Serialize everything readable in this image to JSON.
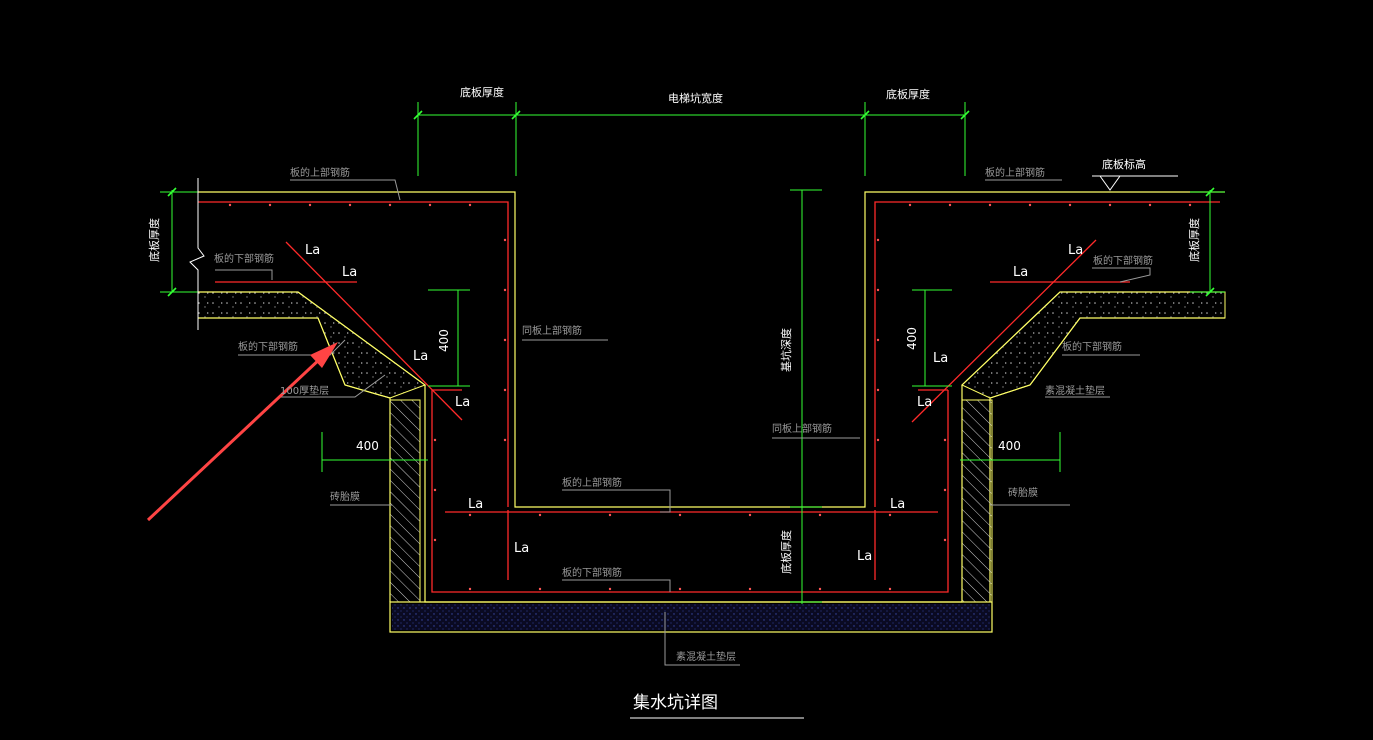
{
  "colors": {
    "background": "#000000",
    "outline": "#ffff66",
    "rebar": "#ff2a2a",
    "dimension": "#33ff33",
    "leader": "#9a9a9a",
    "text": "#ffffff",
    "arrow": "#ff4444"
  },
  "dims": {
    "slab_thk_left": "底板厚度",
    "pit_width": "电梯坑宽度",
    "slab_thk_right": "底板厚度",
    "slab_thk_side_left": "底板厚度",
    "slab_thk_side_right": "底板厚度",
    "slab_elev": "底板标高",
    "pit_depth": "基坑深度",
    "pit_slab_thk": "底板厚度",
    "v400_left": "400",
    "v400_right": "400",
    "h400_left": "400",
    "h400_right": "400"
  },
  "notes": {
    "top_bar_left": "板的上部钢筋",
    "top_bar_right": "板的上部钢筋",
    "bottom_bar_left_1": "板的下部钢筋",
    "bottom_bar_right_1": "板的下部钢筋",
    "bottom_bar_left_2": "板的下部钢筋",
    "bottom_bar_right_2": "板的下部钢筋",
    "cushion_left": "100厚垫层",
    "cushion_right": "素混凝土垫层",
    "wall_top_bar_left": "同板上部钢筋",
    "wall_top_bar_right": "同板上部钢筋",
    "pit_top_bar": "板的上部钢筋",
    "pit_bottom_bar": "板的下部钢筋",
    "brick_left": "砖胎膜",
    "brick_right": "砖胎膜",
    "bottom_cushion": "素混凝土垫层"
  },
  "la_labels": [
    "La",
    "La",
    "La",
    "La",
    "La",
    "La",
    "La",
    "La",
    "La",
    "La",
    "La",
    "La"
  ],
  "title": "集水坑详图"
}
